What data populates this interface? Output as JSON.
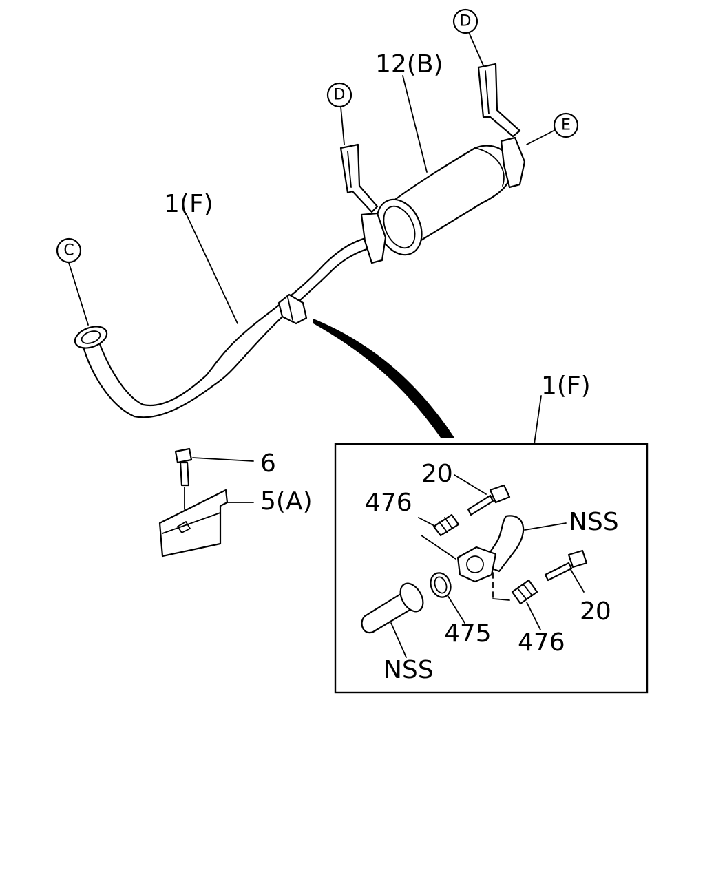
{
  "labels": {
    "pipe_front": "1(F)",
    "muffler": "12(B)",
    "bolt_6": "6",
    "shield": "5(A)",
    "detail_title": "1(F)",
    "bolt_20_top": "20",
    "spring_476_top": "476",
    "nss_top": "NSS",
    "bolt_20_bottom": "20",
    "gasket_475": "475",
    "spring_476_bottom": "476",
    "nss_bottom": "NSS"
  },
  "callouts": {
    "c": "C",
    "d_left": "D",
    "d_right": "D",
    "e": "E"
  }
}
